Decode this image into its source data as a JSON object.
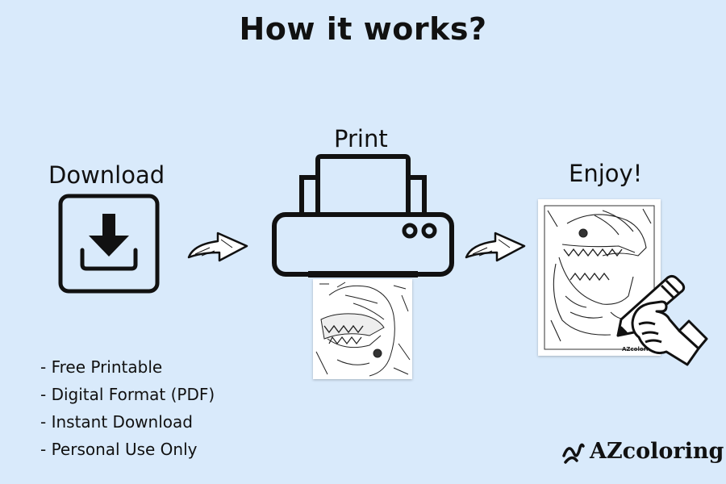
{
  "title": "How it works?",
  "steps": {
    "download": {
      "label": "Download",
      "icon": "download-box-icon"
    },
    "print": {
      "label": "Print",
      "icon": "printer-icon"
    },
    "enjoy": {
      "label": "Enjoy!",
      "icon": "hand-with-pencil-icon"
    }
  },
  "features": [
    "- Free Printable",
    "- Digital Format (PDF)",
    "- Instant Download",
    "- Personal Use Only"
  ],
  "brand": {
    "name": "AZcoloring",
    "mark": "swirl-logo-icon"
  },
  "page_watermark": "AZcoloring",
  "colors": {
    "background": "#d9eafb",
    "ink": "#111111",
    "paper": "#ffffff"
  }
}
